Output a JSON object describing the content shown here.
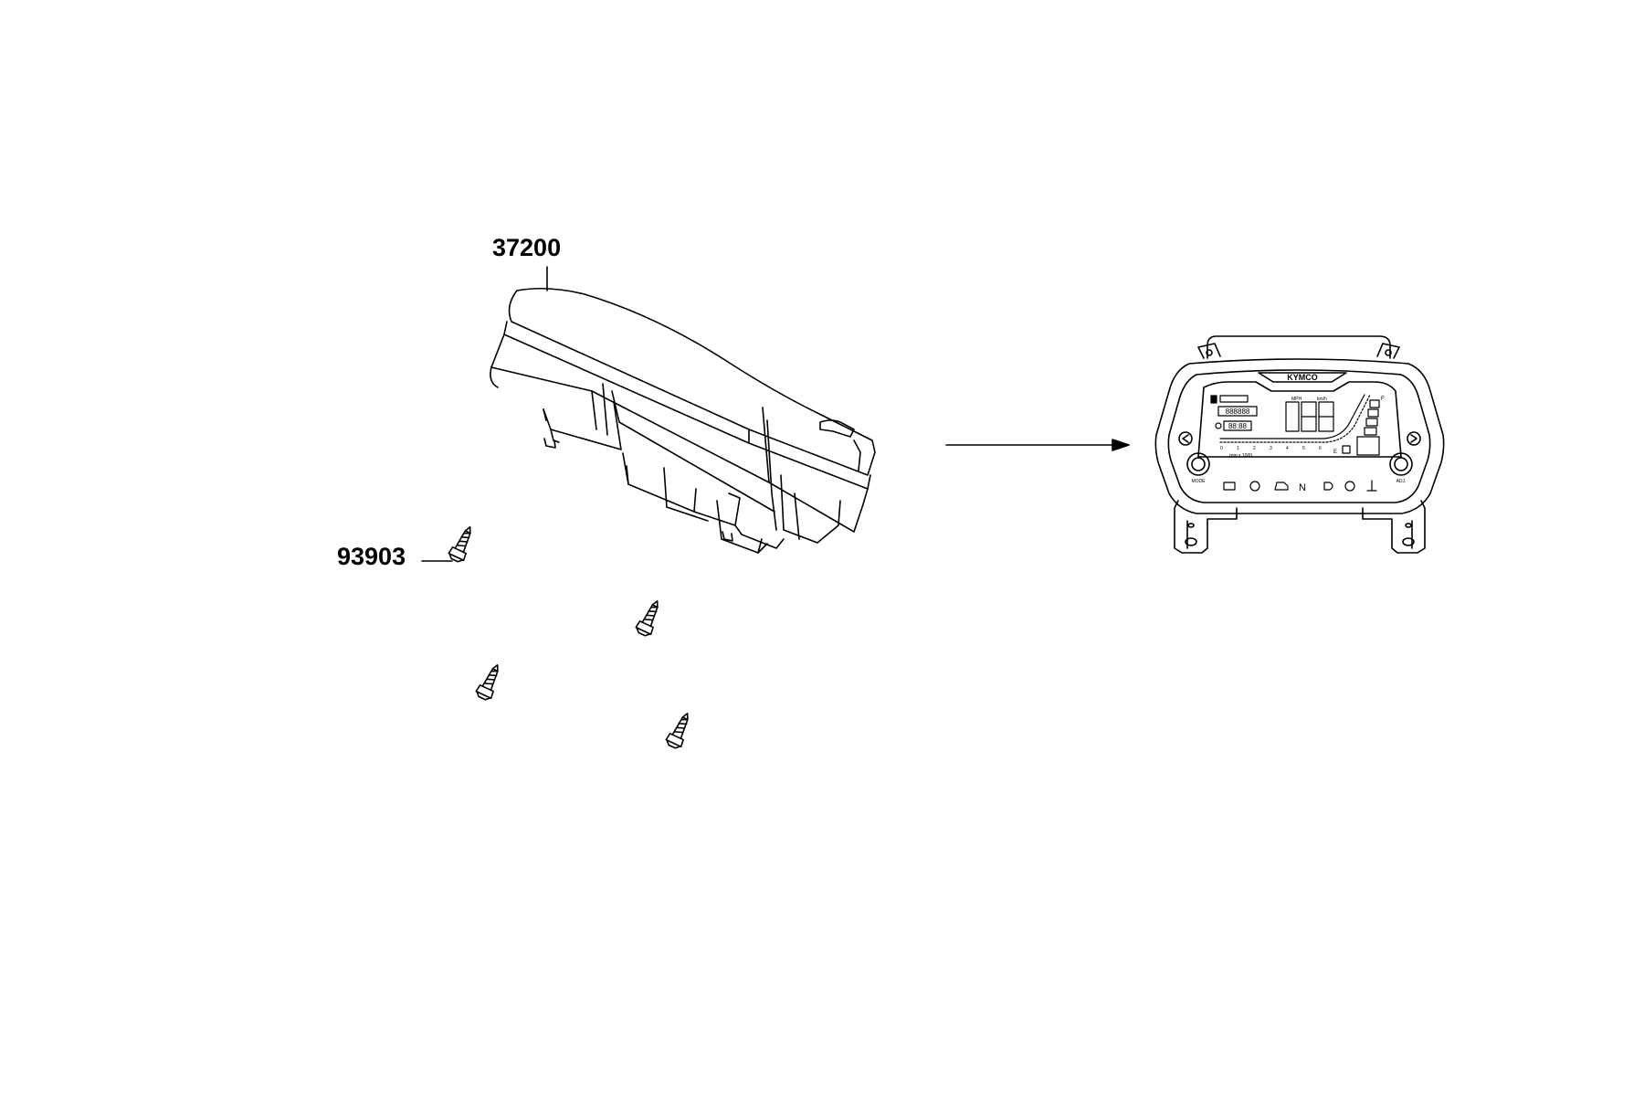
{
  "diagram": {
    "parts": [
      {
        "number": "37200",
        "label_name": "part-label-37200"
      },
      {
        "number": "93903",
        "label_name": "part-label-93903"
      }
    ],
    "instrument_face": {
      "brand": "KYMCO",
      "left_button": "MODE",
      "right_button": "ADJ.",
      "speed_units": [
        "MPH",
        "km/h"
      ],
      "odometer": "888888",
      "clock": "88:88",
      "speed_digits": "188",
      "rpm_scale": [
        "0",
        "1",
        "2",
        "3",
        "4",
        "5",
        "6"
      ],
      "rpm_caption": "rpm x 1000",
      "gear_indicator": "N",
      "fuel_marks": [
        "F",
        "E"
      ]
    },
    "colors": {
      "line": "#000000",
      "background": "#ffffff"
    }
  }
}
